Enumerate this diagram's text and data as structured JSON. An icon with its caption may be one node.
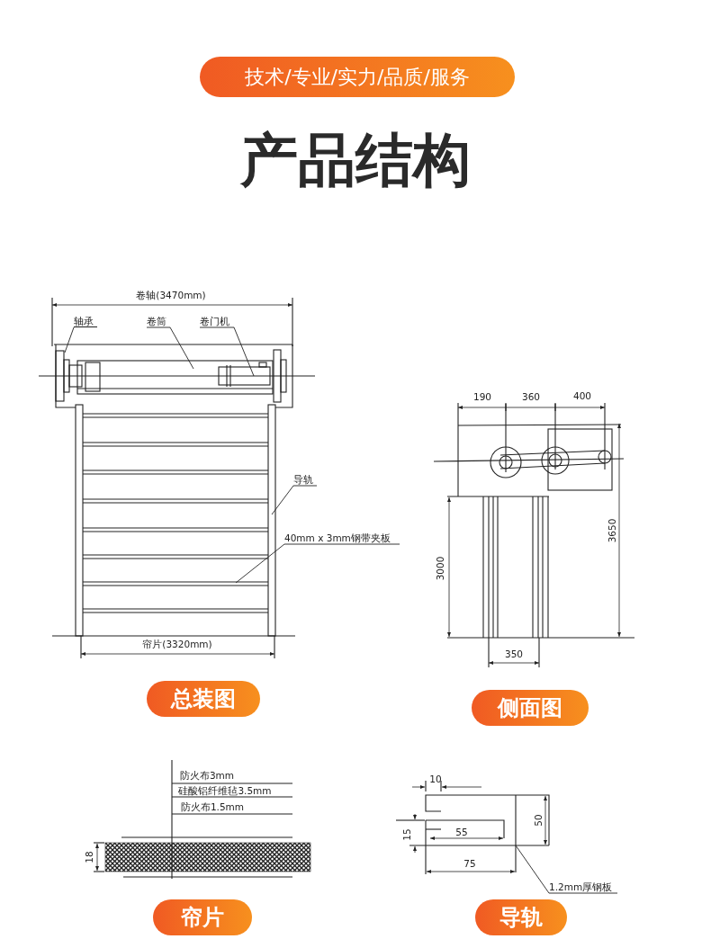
{
  "diagram": {
    "title": "产品结构",
    "nodes": [
      {
        "text": [
          "技术/专业/实力/品质/服务"
        ]
      },
      {
        "text": [
          "轴承"
        ]
      },
      {
        "text": [
          "卷筒"
        ]
      },
      {
        "text": [
          "卷门机"
        ]
      },
      {
        "text": [
          "导轨"
        ]
      },
      {
        "text": [
          "40mm x 3mm钢带夹板"
        ]
      },
      {
        "text": [
          "总装图"
        ]
      },
      {
        "text": [
          "侧面图"
        ]
      },
      {
        "text": [
          "1.2mm厚钢板"
        ]
      },
      {
        "text": [
          "帘片"
        ]
      },
      {
        "text": [
          "导轨"
        ]
      }
    ],
    "edges": [
      {
        "from": 1,
        "to": null,
        "arrow": "none"
      },
      {
        "from": 2,
        "to": null,
        "arrow": "none"
      },
      {
        "from": 3,
        "to": null,
        "arrow": "none"
      },
      {
        "from": 4,
        "to": null,
        "arrow": "none"
      },
      {
        "from": 5,
        "to": null,
        "arrow": "none"
      },
      {
        "from": 8,
        "to": null,
        "arrow": "none"
      }
    ],
    "labels": [
      "卷轴(3470mm)",
      "帘片(3320mm)",
      "190",
      "360",
      "400",
      "3650",
      "3000",
      "350",
      "防火布3mm",
      "硅酸铝纤维毡3.5mm",
      "防火布1.5mm",
      "18",
      "10",
      "50",
      "55",
      "15",
      "75"
    ]
  }
}
